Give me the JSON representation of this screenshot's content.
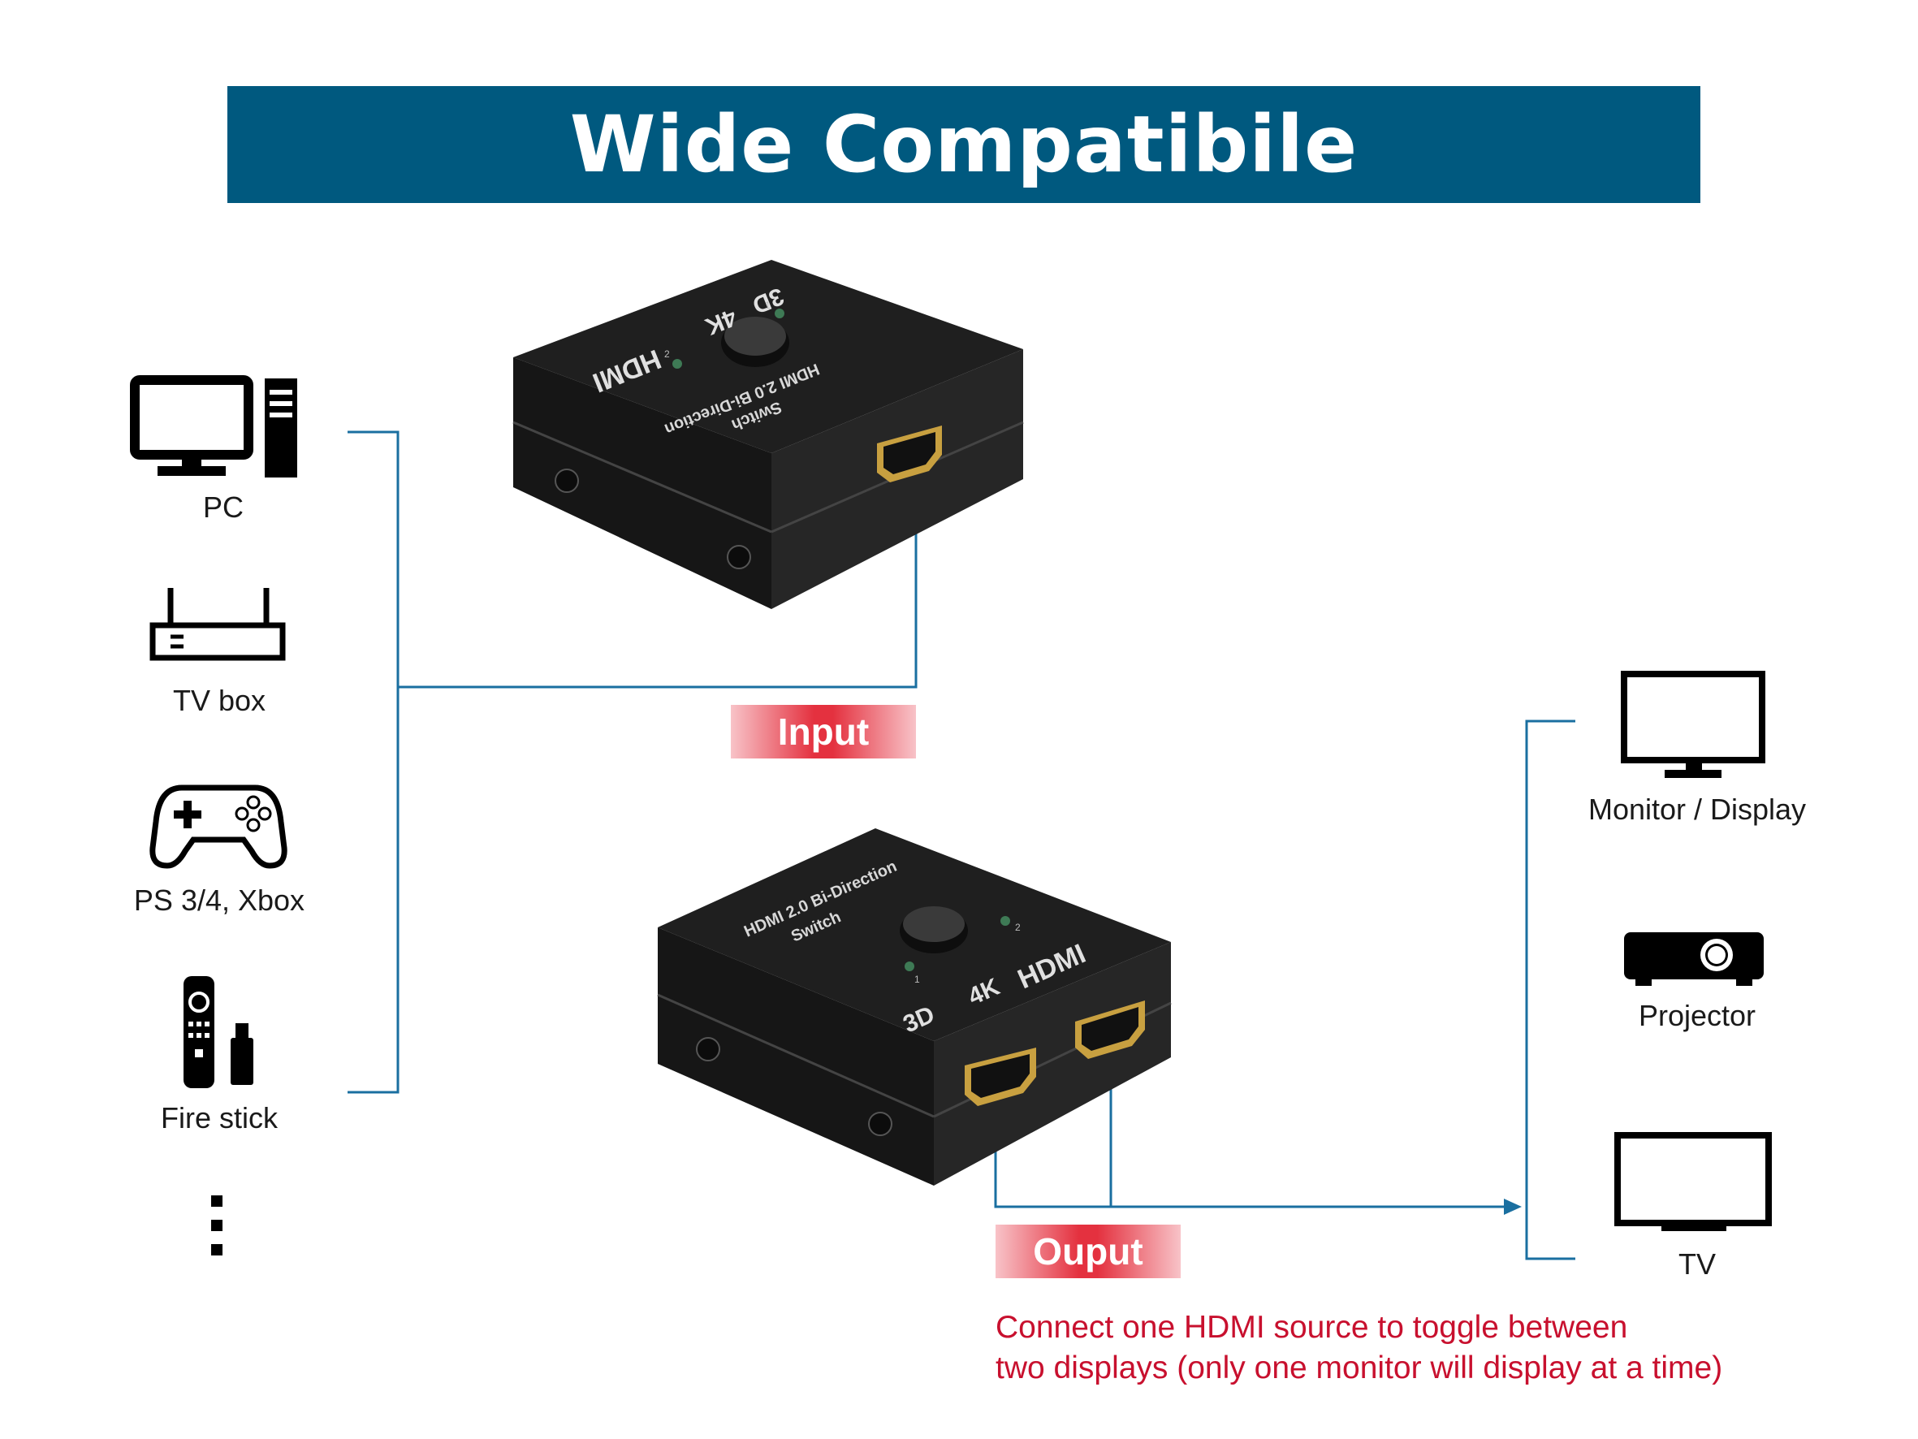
{
  "title": "Wide Compatibile",
  "sources": [
    {
      "label": "PC",
      "icon": "pc-icon"
    },
    {
      "label": "TV box",
      "icon": "tv-box-icon"
    },
    {
      "label": "PS 3/4, Xbox",
      "icon": "gamepad-icon"
    },
    {
      "label": "Fire stick",
      "icon": "fire-stick-icon"
    }
  ],
  "displays": [
    {
      "label": "Monitor / Display",
      "icon": "monitor-icon"
    },
    {
      "label": "Projector",
      "icon": "projector-icon"
    },
    {
      "label": "TV",
      "icon": "tv-icon"
    }
  ],
  "input_tag": "Input",
  "output_tag": "Ouput",
  "note": {
    "line1": "Connect one HDMI source to toggle between",
    "line2": "two displays (only one monitor will display at a time)"
  },
  "device_text": {
    "model": "HDMI 2.0 Bi-Direction",
    "model2": "Switch",
    "badge_3d": "3D",
    "badge_4k": "4K",
    "badge_hdmi": "HDMI",
    "led1": "1",
    "led2": "2"
  },
  "colors": {
    "banner": "#00597f",
    "wire": "#1a6fa0",
    "tag": "#e4313f",
    "note": "#c8102e"
  }
}
